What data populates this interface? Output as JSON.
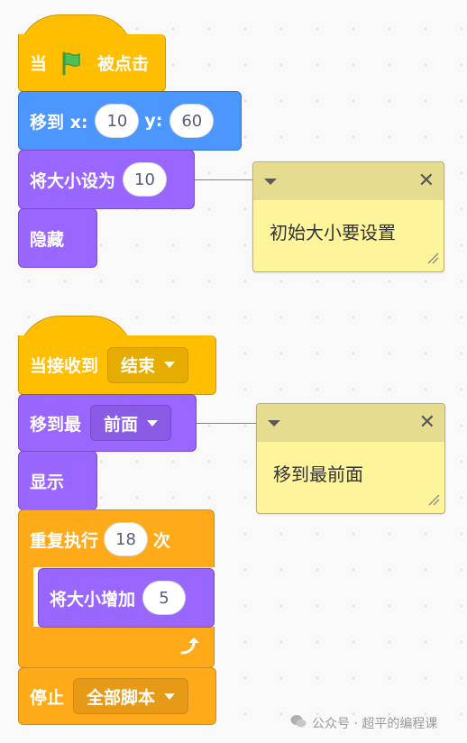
{
  "script1": {
    "hat": {
      "label_before": "当",
      "label_after": "被点击"
    },
    "goto_xy": {
      "label": "移到 x:",
      "x": "10",
      "y_label": "y:",
      "y": "60"
    },
    "set_size": {
      "label": "将大小设为",
      "value": "10"
    },
    "hide": {
      "label": "隐藏"
    },
    "comment": {
      "text": "初始大小要设置"
    }
  },
  "script2": {
    "hat": {
      "label": "当接收到",
      "message": "结束"
    },
    "go_to_layer": {
      "label": "移到最",
      "option": "前面"
    },
    "show": {
      "label": "显示"
    },
    "repeat": {
      "label": "重复执行",
      "count": "18",
      "suffix": "次"
    },
    "change_size": {
      "label": "将大小增加",
      "value": "5"
    },
    "stop": {
      "label": "停止",
      "option": "全部脚本"
    },
    "comment": {
      "text": "移到最前面"
    }
  },
  "watermark": {
    "text": "公众号 · 超平的编程课"
  },
  "colors": {
    "motion": "#4c97ff",
    "looks": "#9966ff",
    "events": "#ffbf00",
    "control": "#ffab19",
    "note": "#fef49c",
    "flag": "#4cbf56"
  },
  "icons": [
    "green-flag-icon",
    "dropdown-arrow-icon",
    "repeat-arrow-icon",
    "collapse-icon",
    "close-icon",
    "resize-icon",
    "wechat-icon"
  ]
}
